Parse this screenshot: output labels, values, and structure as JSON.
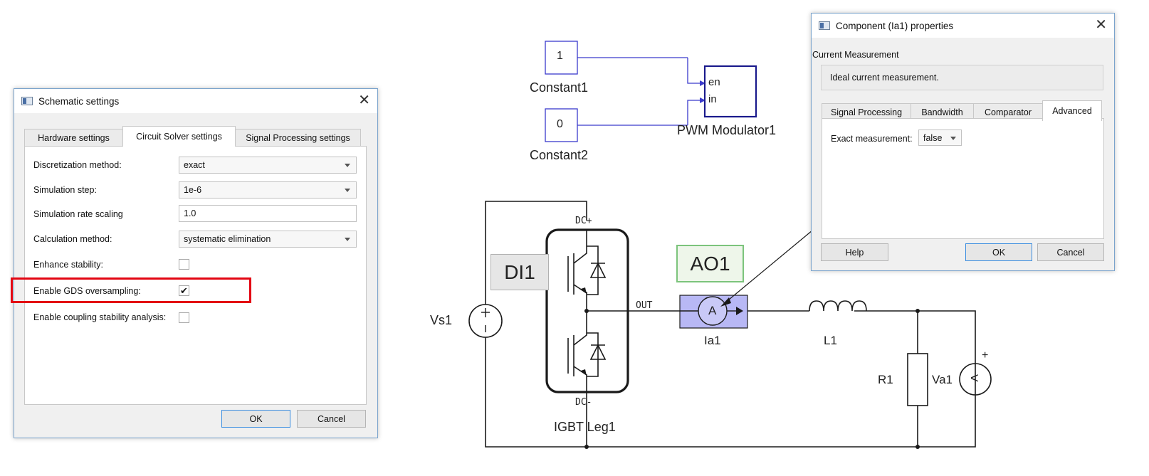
{
  "schematic_dialog": {
    "title": "Schematic settings",
    "tabs": [
      "Hardware settings",
      "Circuit Solver settings",
      "Signal Processing settings"
    ],
    "fields": {
      "discretization_label": "Discretization method:",
      "discretization_value": "exact",
      "step_label": "Simulation step:",
      "step_value": "1e-6",
      "rate_scaling_label": "Simulation rate scaling",
      "rate_scaling_value": "1.0",
      "calc_label": "Calculation method:",
      "calc_value": "systematic elimination",
      "stability_label": "Enhance stability:",
      "gds_label": "Enable GDS oversampling:",
      "coupling_label": "Enable coupling stability analysis:"
    },
    "checkboxes": {
      "enhance_stability": false,
      "gds_oversampling": true,
      "coupling_stability": false
    },
    "ok": "OK",
    "cancel": "Cancel",
    "check_glyph": "✔"
  },
  "component_dialog": {
    "title": "Component (Ia1) properties",
    "section": "Current Measurement",
    "description": "Ideal current measurement.",
    "tabs": [
      "Signal Processing",
      "Bandwidth",
      "Comparator",
      "Advanced"
    ],
    "exact_label": "Exact measurement:",
    "exact_value": "false",
    "help": "Help",
    "ok": "OK",
    "cancel": "Cancel"
  },
  "close_glyph": "✕",
  "schematic": {
    "constant1_value": "1",
    "constant1_name": "Constant1",
    "constant2_value": "0",
    "constant2_name": "Constant2",
    "pwm_port_en": "en",
    "pwm_port_in": "in",
    "pwm_name": "PWM Modulator1",
    "dc_plus": "DC+",
    "dc_minus": "DC-",
    "out": "OUT",
    "di1": "DI1",
    "ao1": "AO1",
    "vs1": "Vs1",
    "ia1": "Ia1",
    "ammeter_symbol": "A",
    "l1": "L1",
    "r1": "R1",
    "va1": "Va1",
    "igbt_name": "IGBT Leg1",
    "plus": "+",
    "minus": "-",
    "vm_symbol": "<"
  },
  "colors": {
    "dialog_bg": "#f0f0f0",
    "highlight": "#e30613",
    "block_blue": "#1a1a8c",
    "ammeter_fill": "#b8b8f5",
    "ao1_border": "#7cc47c",
    "di1_fill": "#e6e6e6"
  }
}
